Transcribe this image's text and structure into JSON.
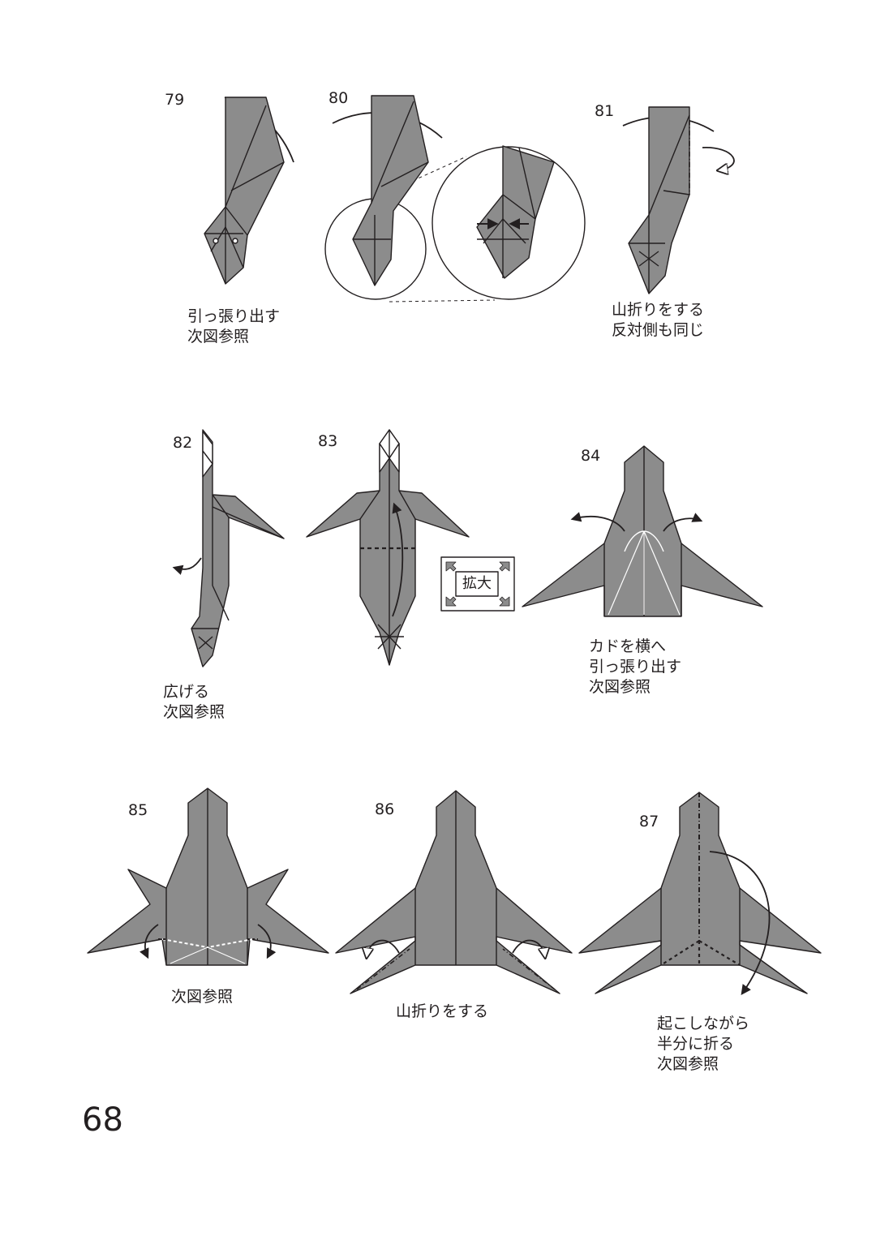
{
  "page": {
    "number": "68"
  },
  "steps": [
    {
      "id": "79",
      "caption": [
        "引っ張り出す",
        "次図参照"
      ]
    },
    {
      "id": "80",
      "caption": []
    },
    {
      "id": "81",
      "caption": [
        "山折りをする",
        "反対側も同じ"
      ]
    },
    {
      "id": "82",
      "caption": [
        "広げる",
        "次図参照"
      ]
    },
    {
      "id": "83",
      "caption": []
    },
    {
      "id": "84",
      "caption": [
        "カドを横へ",
        "引っ張り出す",
        "次図参照"
      ]
    },
    {
      "id": "85",
      "caption": [
        "次図参照"
      ]
    },
    {
      "id": "86",
      "caption": [
        "山折りをする"
      ]
    },
    {
      "id": "87",
      "caption": [
        "起こしながら",
        "半分に折る",
        "次図参照"
      ]
    }
  ],
  "enlarge": {
    "label": "拡大"
  },
  "colors": {
    "paper": "#8c8c8c",
    "line": "#231f20",
    "background": "#ffffff"
  }
}
